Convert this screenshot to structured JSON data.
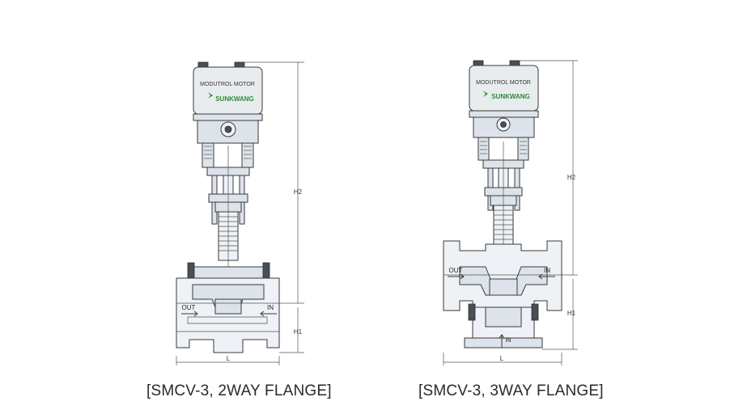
{
  "valves": [
    {
      "id": "2way",
      "caption": "[SMCV-3, 2WAY FLANGE]",
      "motor_label": "MODUTROL MOTOR",
      "brand": "SUNKWANG",
      "port_out": "OUT",
      "port_in": "IN",
      "dim_h2": "H2",
      "dim_h1": "H1",
      "dim_l": "L"
    },
    {
      "id": "3way",
      "caption": "[SMCV-3, 3WAY FLANGE]",
      "motor_label": "MODUTROL MOTOR",
      "brand": "SUNKWANG",
      "port_out": "OUT",
      "port_in": "IN",
      "port_in_bottom": "IN",
      "dim_h2": "H2",
      "dim_h1": "H1",
      "dim_l": "L"
    }
  ],
  "colors": {
    "brand_green": "#2e8b3a",
    "outline": "#3a3a3a",
    "body_fill": "#eef2f6"
  }
}
